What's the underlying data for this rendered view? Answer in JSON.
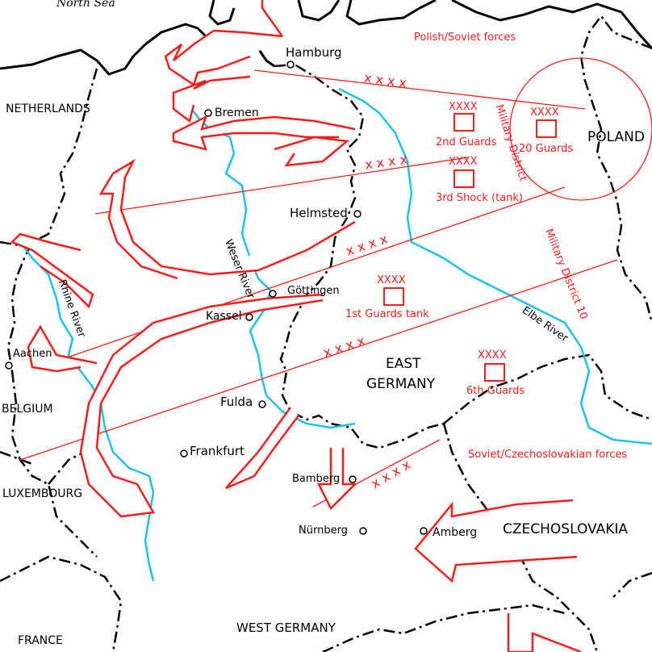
{
  "seas": {
    "north_sea": "North Sea"
  },
  "countries": {
    "netherlands": "NETHERLANDS",
    "belgium": "BELGIUM",
    "luxembourg": "LUXEMBOURG",
    "france": "FRANCE",
    "poland": "POLAND",
    "czechoslovakia": "CZECHOSLOVAKIA",
    "west_germany": "WEST GERMANY",
    "east_germany_line1": "EAST",
    "east_germany_line2": "GERMANY"
  },
  "cities": {
    "hamburg": "Hamburg",
    "bremen": "Bremen",
    "helmsted": "Helmsted",
    "gottingen": "Göttingen",
    "kassel": "Kassel",
    "aachen": "Aachen",
    "fulda": "Fulda",
    "frankfurt": "Frankfurt",
    "bamberg": "Bamberg",
    "nurnberg": "Nürnberg",
    "amberg": "Amberg"
  },
  "rivers": {
    "weser": "Weser River",
    "rhine": "Rhine River",
    "elbe": "Elbe River"
  },
  "forces": {
    "polish_soviet": "Polish/Soviet forces",
    "soviet_czechoslovakian": "Soviet/Czechoslovakian forces"
  },
  "districts": {
    "military_district": "Military District",
    "military_district_10": "Military District 10"
  },
  "army_symbol": "XXXX",
  "boundary_symbol": "x x x x",
  "armies": {
    "second_guards": "2nd Guards",
    "twentieth_guards": "20 Guards",
    "third_shock": "3rd Shock (tank)",
    "first_guards_tank": "1st Guards tank",
    "sixth_guards": "6th Guards"
  },
  "colors": {
    "front": "#ff1a1a",
    "river": "#19c3f0",
    "border": "#000000"
  }
}
